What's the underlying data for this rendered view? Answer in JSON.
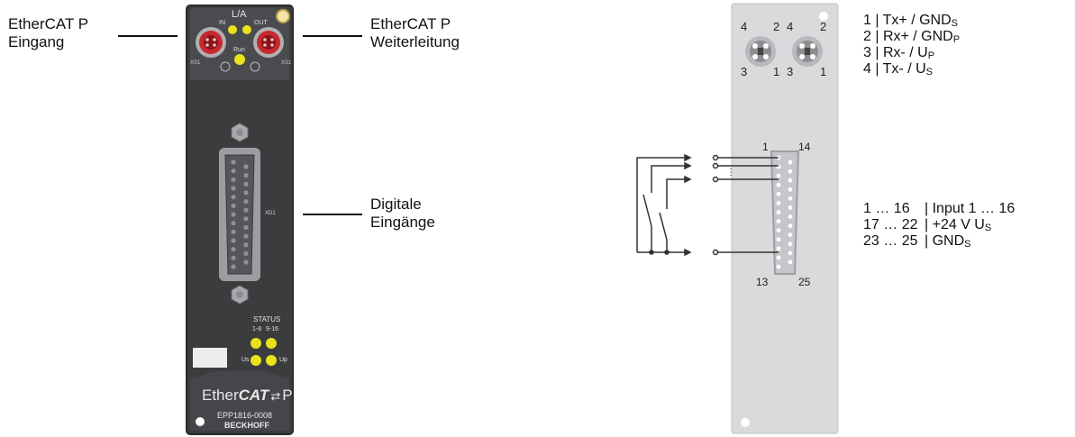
{
  "left_device": {
    "label_input": [
      "EtherCAT P",
      "Eingang"
    ],
    "label_forward": [
      "EtherCAT P",
      "Weiterleitung"
    ],
    "label_digital": [
      "Digitale",
      "Eingänge"
    ],
    "top_la": "L/A",
    "top_in": "IN",
    "top_out": "OUT",
    "top_run": "Run",
    "x_left": "XS1",
    "x_right": "XS1",
    "xd1": "XD1",
    "status": "STATUS",
    "status_ranges": [
      "1-8",
      "9-16"
    ],
    "us": "Us",
    "up": "Up",
    "logo_ether": "Ether",
    "logo_cat": "CAT",
    "logo_p": "P",
    "part_number": "EPP1816-0008",
    "brand": "BECKHOFF"
  },
  "right_device": {
    "m8_left_pins": [
      "4",
      "2",
      "3",
      "1"
    ],
    "m8_right_pins": [
      "4",
      "2",
      "3",
      "1"
    ],
    "sub_d_pins": [
      "1",
      "14",
      "13",
      "25"
    ],
    "m8_pinout": [
      {
        "pin": "1 | Tx+ / GND",
        "sub": "S"
      },
      {
        "pin": "2 | Rx+ / GND",
        "sub": "P"
      },
      {
        "pin": "3 | Rx- / U",
        "sub": "P"
      },
      {
        "pin": "4 | Tx- / U",
        "sub": "S"
      }
    ],
    "subd_pinout": [
      {
        "range": "1 … 16",
        "desc": "| Input 1 … 16",
        "sub": ""
      },
      {
        "range": "17 … 22",
        "desc": "| +24 V U",
        "sub": "S"
      },
      {
        "range": "23 … 25",
        "desc": "| GND",
        "sub": "S"
      }
    ]
  },
  "colors": {
    "device_dark": "#3b3c3e",
    "device_edge": "#2a2b2d",
    "right_plate": "#d9dadc",
    "led_yellow": "#e9e21c",
    "connector_red": "#c8282d"
  }
}
